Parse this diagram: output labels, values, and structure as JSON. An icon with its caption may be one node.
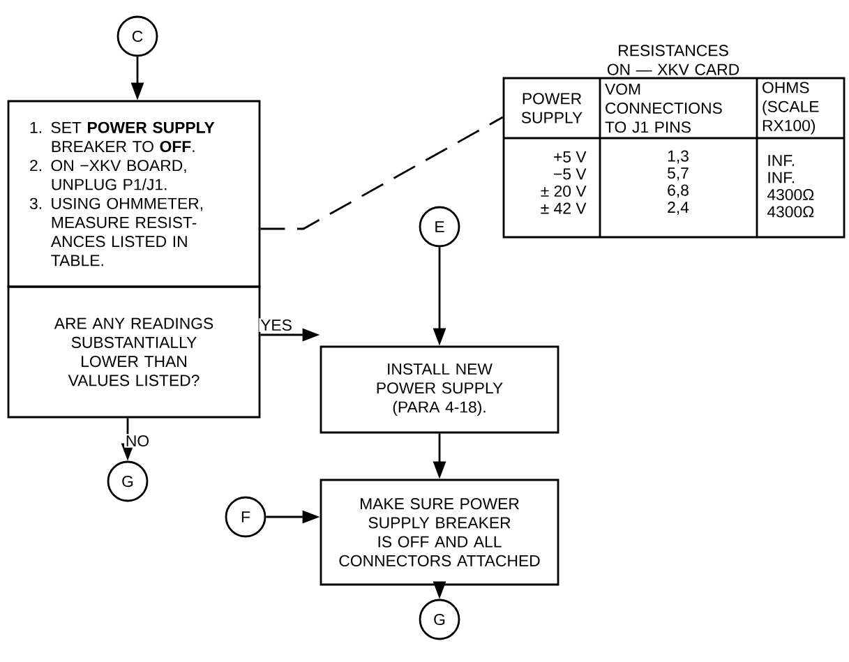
{
  "diagram": {
    "nodes": [
      {
        "text": [
          "C"
        ]
      },
      {
        "text": [
          "1. SET **POWER SUPPLY** BREAKER TO **OFF**.",
          "2. ON −XKV BOARD, UNPLUG P1/J1.",
          "3. USING OHMMETER, MEASURE RESIST- ANCES LISTED IN TABLE."
        ]
      },
      {
        "text": [
          "RESISTANCES ON — XKV CARD",
          "POWER SUPPLY",
          "VOM CONNECTIONS TO J1 PINS",
          "OHMS (SCALE RX100)",
          "+5 V",
          "1,3",
          "INF.",
          "−5 V",
          "5,7",
          "INF.",
          "± 20 V",
          "6,8",
          "4300Ω",
          "± 42 V",
          "2,4",
          "4300Ω"
        ]
      },
      {
        "text": [
          "E"
        ]
      },
      {
        "text": [
          "ARE ANY READINGS SUBSTANTIALLY LOWER THAN VALUES LISTED?"
        ]
      },
      {
        "text": [
          "INSTALL NEW POWER SUPPLY (PARA 4-18)."
        ]
      },
      {
        "text": [
          "G"
        ]
      },
      {
        "text": [
          "F"
        ]
      },
      {
        "text": [
          "MAKE SURE POWER SUPPLY BREAKER IS OFF AND ALL CONNECTORS ATTACHED"
        ]
      },
      {
        "text": [
          "G"
        ]
      }
    ],
    "edges": [
      {
        "from": 0,
        "to": 1,
        "arrow": "to"
      },
      {
        "from": 1,
        "to": 2,
        "arrow": "none",
        "style": "dashed"
      },
      {
        "from": 3,
        "to": 5,
        "arrow": "to"
      },
      {
        "from": 4,
        "to": 5,
        "arrow": "to",
        "label": "YES"
      },
      {
        "from": 4,
        "to": 6,
        "arrow": "to",
        "label": "NO"
      },
      {
        "from": 5,
        "to": 8,
        "arrow": "to"
      },
      {
        "from": 7,
        "to": 8,
        "arrow": "to"
      },
      {
        "from": 8,
        "to": 9,
        "arrow": "to"
      }
    ]
  }
}
